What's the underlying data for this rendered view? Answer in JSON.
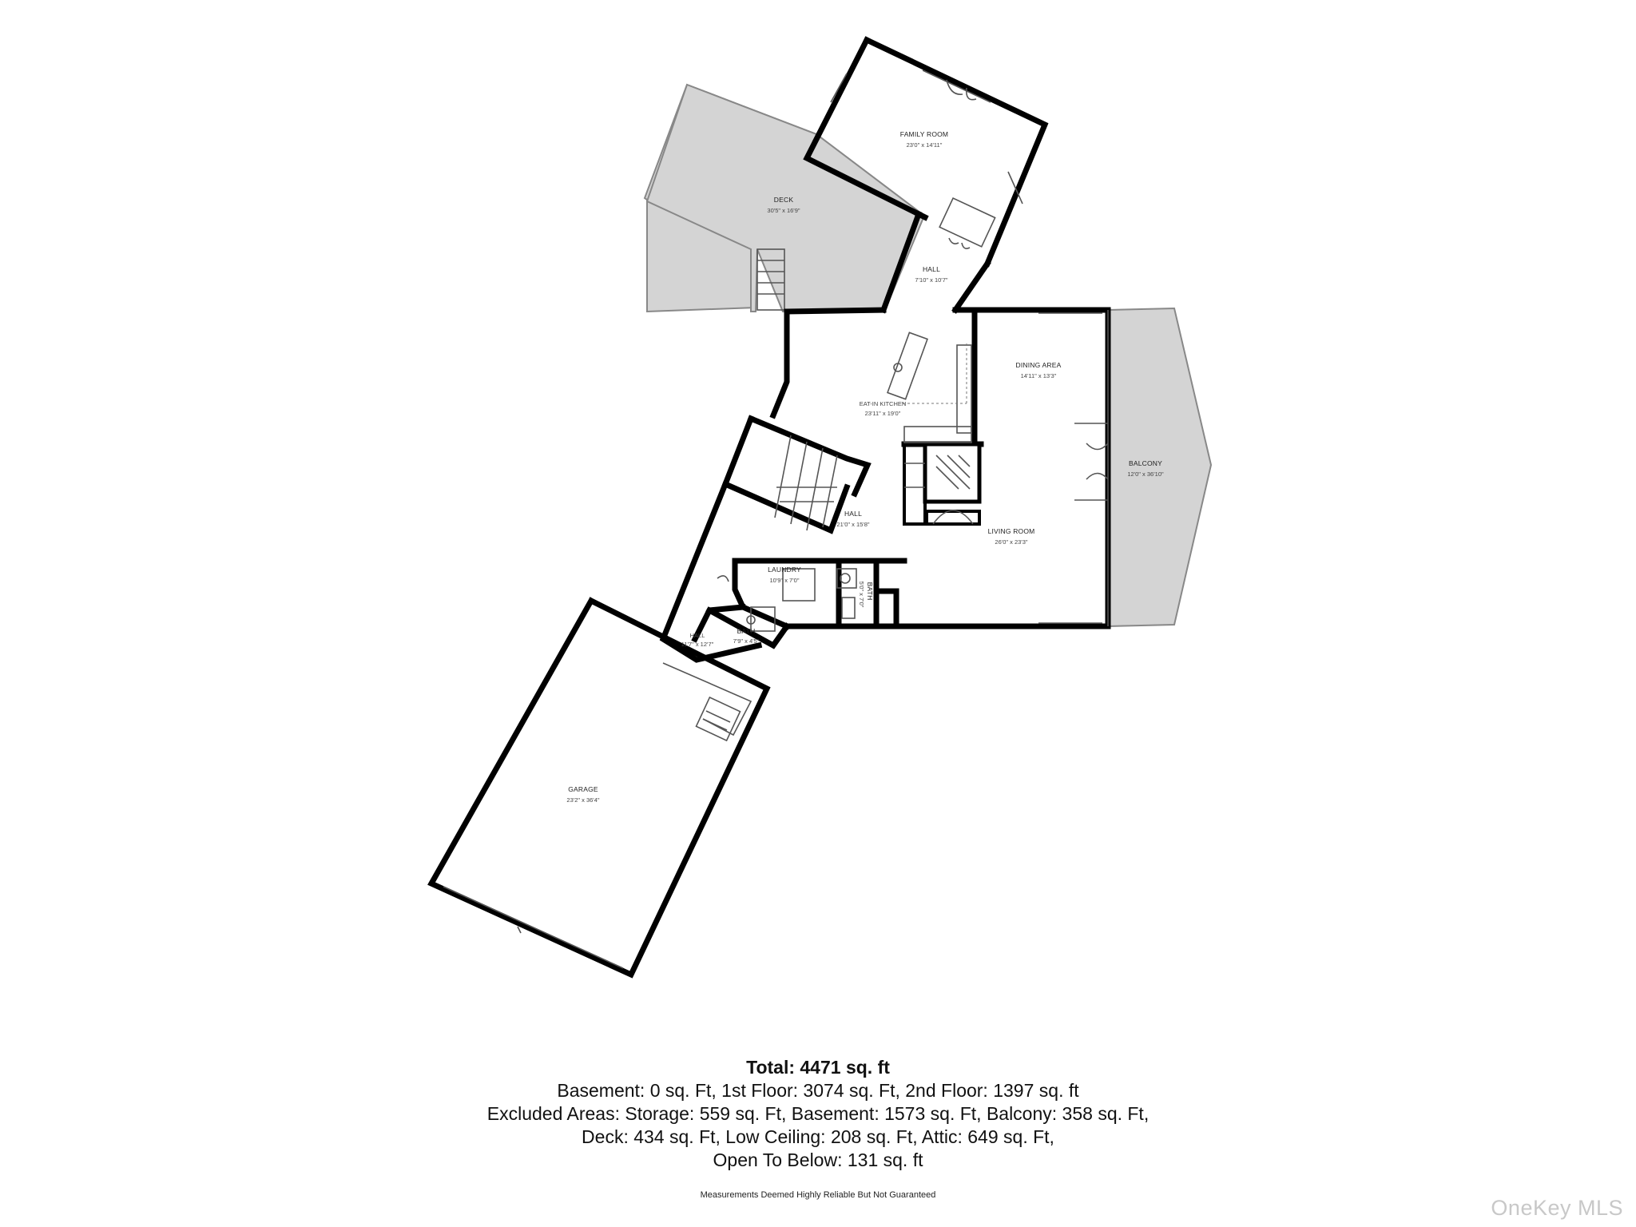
{
  "rooms": [
    {
      "name": "FAMILY ROOM",
      "dims": "23'0\" x 14'11\""
    },
    {
      "name": "DECK",
      "dims": "30'5\" x 16'9\""
    },
    {
      "name": "HALL",
      "dims": "7'10\" x 10'7\""
    },
    {
      "name": "DINING AREA",
      "dims": "14'11\" x 13'3\""
    },
    {
      "name": "EAT-IN KITCHEN",
      "dims": "23'11\" x 19'0\""
    },
    {
      "name": "BALCONY",
      "dims": "12'0\" x 36'10\""
    },
    {
      "name": "HALL",
      "dims": "21'0\" x 15'8\""
    },
    {
      "name": "LIVING ROOM",
      "dims": "26'0\" x 23'3\""
    },
    {
      "name": "LAUNDRY",
      "dims": "10'9\" x 7'0\""
    },
    {
      "name": "BATH",
      "dims": "5'0\" x 7'0\""
    },
    {
      "name": "BATH",
      "dims": "7'9\" x 4'5\""
    },
    {
      "name": "HALL",
      "dims": "11'7\" x 12'7\""
    },
    {
      "name": "GARAGE",
      "dims": "23'2\" x 36'4\""
    }
  ],
  "totals": {
    "title": "Total: 4471 sq. ft",
    "lines": [
      "Basement: 0 sq. Ft, 1st Floor: 3074 sq. Ft, 2nd Floor: 1397 sq. ft",
      "Excluded Areas: Storage: 559 sq. Ft, Basement: 1573 sq. Ft, Balcony: 358 sq. Ft,",
      "Deck: 434 sq. Ft, Low Ceiling: 208 sq. Ft, Attic: 649 sq. Ft,",
      "Open To Below: 131 sq. ft"
    ]
  },
  "disclaimer": "Measurements Deemed Highly Reliable But Not Guaranteed",
  "watermark": "OneKey MLS"
}
